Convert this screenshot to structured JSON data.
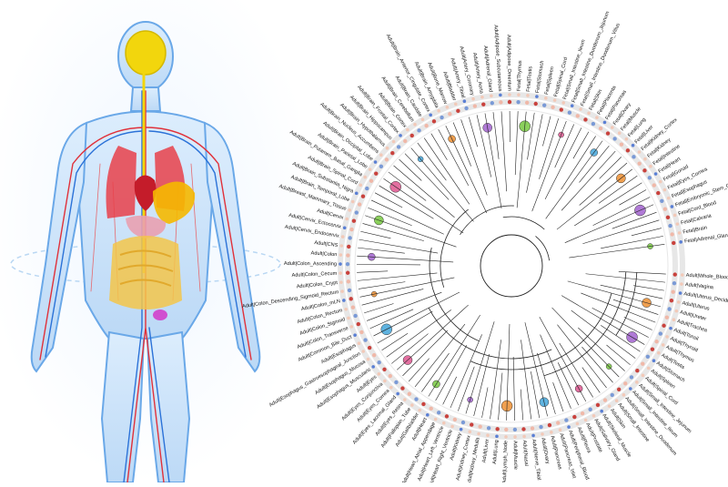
{
  "colors": {
    "body_fill": "#cfe6fb",
    "body_outline": "#6aa8e8",
    "vessel_red": "#e0313a",
    "vessel_blue": "#2b72d8",
    "brain": "#f2d60d",
    "lung": "#e8414a",
    "liver": "#f5b800",
    "intestine": "#f3c64a",
    "tree_line": "#111111",
    "ring_red": "#c9423d",
    "ring_blue": "#7a9ad6"
  },
  "tissue_labels": [
    "Fetal|Adrenal_Gland",
    "Fetal|Brain",
    "Fetal|Calvaria",
    "Fetal|Cord_Blood",
    "Fetal|Embryonic_Stem_Cell",
    "Fetal|Esophagus",
    "Fetal|Eyes_Cornea",
    "Fetal|Gonad",
    "Fetal|Heart",
    "Fetal|Intestine",
    "Fetal|Kidney",
    "Fetal|Kidney_Cortex",
    "Fetal|Liver",
    "Fetal|Lung",
    "Fetal|Muscle",
    "Fetal|Ovary",
    "Fetal|Pancreas",
    "Fetal|Placenta",
    "Fetal|Skin",
    "Fetal|Small_Intestine_Duodenum_Villus",
    "Fetal|Small_Intestine_Duodenum_Jejunum",
    "Fetal|Small_Intestine_Ileum",
    "Fetal|Spinal_Cord",
    "Fetal|Spleen",
    "Fetal|Stomach",
    "Fetal|Testis",
    "Fetal|Thymus",
    "Adult|Adipose_Omentum",
    "Adult|Adipose_Subcutaneous",
    "Adult|Adrenal_Gland",
    "Adult|Artery_Aorta",
    "Adult|Artery_Coronary",
    "Adult|Artery_Tibial",
    "Adult|Bladder",
    "Adult|Bone_Marrow",
    "Adult|Brain_Amygdala",
    "Adult|Brain_Anterior_Cingulate_Cortex",
    "Adult|Brain_Caudate",
    "Adult|Brain_Cerebellum",
    "Adult|Brain_Cortex",
    "Adult|Brain_Frontal_Cortex",
    "Adult|Brain_Hippocampus",
    "Adult|Brain_Hypothalamus",
    "Adult|Brain_Nucleus_Accumbens",
    "Adult|Brain_Occipital_Lobe",
    "Adult|Brain_Parietal_Lobe",
    "Adult|Brain_Putamen_Basal_Ganglia",
    "Adult|Brain_Spinal_Cord",
    "Adult|Brain_Substantia_Nigra",
    "Adult|Brain_Temporal_Lobe",
    "Adult|Breast_Mammary_Tissue",
    "Adult|Cervix",
    "Adult|Cervix_Ectocervix",
    "Adult|Cervix_Endocervix",
    "Adult|CNS",
    "Adult|Colon",
    "Adult|Colon_Ascending",
    "Adult|Colon_Cecum",
    "Adult|Colon_Crypt",
    "Adult|Colon_Descending_Sigmoid_Rectum",
    "Adult|Colon_mLN",
    "Adult|Colon_Rectum",
    "Adult|Colon_Sigmoid",
    "Adult|Colon_Transverse",
    "Adult|Common_Bile_Duct",
    "Adult|Esophagus",
    "Adult|Esophagus_Gastroesophageal_Junction",
    "Adult|Esophagus_Mucosa",
    "Adult|Esophagus_Muscularis",
    "Adult|Eyes",
    "Adult|Eyes_Conjunctiva",
    "Adult|Eyes_Cornea",
    "Adult|Eyes_Lacrimal_Gland",
    "Adult|Eyes_Retina",
    "Adult|Fallopian_Tube",
    "Adult|Gallbladder",
    "Adult|Heart",
    "Adult|Heart_Atrial_Appendage",
    "Adult|Heart_Left_Ventricle",
    "Adult|Heart_Right_Ventricle",
    "Adult|Kidney",
    "Adult|Kidney_Cortex",
    "Adult|Kidney_Medulla",
    "Adult|Liver",
    "Adult|Lung",
    "Adult|Lymph_Node",
    "Adult|Muscle",
    "Adult|Nasal",
    "Adult|Nerve_Tibial",
    "Adult|Ovary",
    "Adult|Pancreas",
    "Adult|Pancreas_Islet",
    "Adult|Peripheral_Blood",
    "Adult|Pleura",
    "Adult|Prostate",
    "Adult|Salivary_Gland",
    "Adult|Skeletal_Muscle",
    "Adult|Skin",
    "Adult|Small_Intestine",
    "Adult|Small_Intestine_Duodenum",
    "Adult|Small_Intestine_Ileum",
    "Adult|Small_Intestine_Jejunum",
    "Adult|Spinal_Cord",
    "Adult|Spleen",
    "Adult|Stomach",
    "Adult|Testis",
    "Adult|Thymus",
    "Adult|Thyroid",
    "Adult|Tonsil",
    "Adult|Trachea",
    "Adult|Ureter",
    "Adult|Uterus",
    "Adult|Uterus_Decidua",
    "Adult|Vagina",
    "Adult|Whole_Blood_PBMC"
  ]
}
